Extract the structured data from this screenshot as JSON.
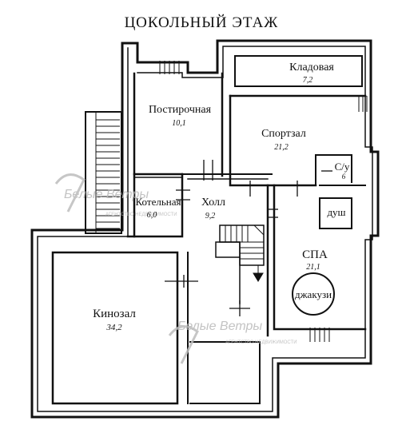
{
  "title": "ЦОКОЛЬНЫЙ ЭТАЖ",
  "rooms": {
    "storage": {
      "name": "Кладовая",
      "area": "7,2"
    },
    "laundry": {
      "name": "Постирочная",
      "area": "10,1"
    },
    "gym": {
      "name": "Спортзал",
      "area": "21,2"
    },
    "wc": {
      "name": "С/у",
      "area": "6"
    },
    "boiler": {
      "name": "Котельная",
      "area": "6,0"
    },
    "hall": {
      "name": "Холл",
      "area": "9,2"
    },
    "shower": {
      "name": "душ"
    },
    "spa": {
      "name": "СПА",
      "area": "21,1"
    },
    "jacuzzi": {
      "name": "джакузи"
    },
    "cinema": {
      "name": "Кинозал",
      "area": "34,2"
    }
  },
  "watermark": {
    "brand": "Белые Ветры",
    "subtitle": "АГЕНТСТВО НЕДВИЖИМОСТИ"
  }
}
